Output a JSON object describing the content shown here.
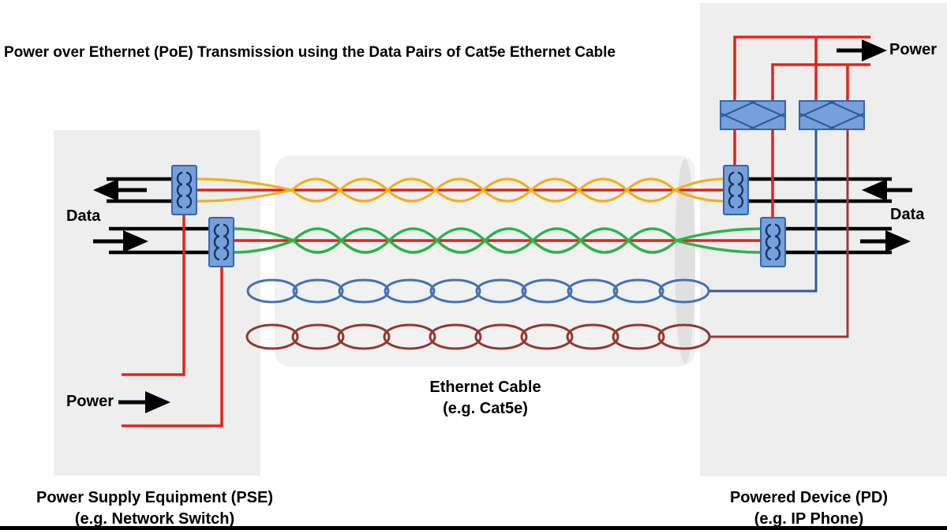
{
  "title": "Power over Ethernet (PoE) Transmission using the Data Pairs of Cat5e Ethernet Cable",
  "pse": {
    "caption_line1": "Power Supply Equipment (PSE)",
    "caption_line2": "(e.g. Network Switch)",
    "data_label": "Data",
    "power_label": "Power"
  },
  "pd": {
    "caption_line1": "Powered Device (PD)",
    "caption_line2": "(e.g. IP Phone)",
    "data_label": "Data",
    "power_label": "Power"
  },
  "cable": {
    "caption_line1": "Ethernet Cable",
    "caption_line2": "(e.g. Cat5e)"
  },
  "pairs": [
    {
      "name": "data-pair-orange",
      "color_key": "pair_orange"
    },
    {
      "name": "data-pair-green",
      "color_key": "pair_green"
    },
    {
      "name": "spare-pair-blue",
      "color_key": "pair_blue"
    },
    {
      "name": "spare-pair-brown",
      "color_key": "pair_brown"
    }
  ],
  "colors": {
    "power_line": "#E2231A",
    "pair_orange": "#F2AF1D",
    "pair_green": "#2CB34A",
    "pair_blue": "#4472B8",
    "pair_brown": "#94382F",
    "spare_blue_return": "#2F5B9E",
    "spare_brown_return": "#9A3B33",
    "component_fill": "#76A0DB",
    "component_stroke": "#3565B0",
    "coil_stroke": "#17365D",
    "diamond_stroke": "#2F5597",
    "panel_gray": "#EEEEEE",
    "cable_gray": "#F1F1F1",
    "cable_cap_gray": "#D9D9D9",
    "wire_black": "#000000"
  }
}
